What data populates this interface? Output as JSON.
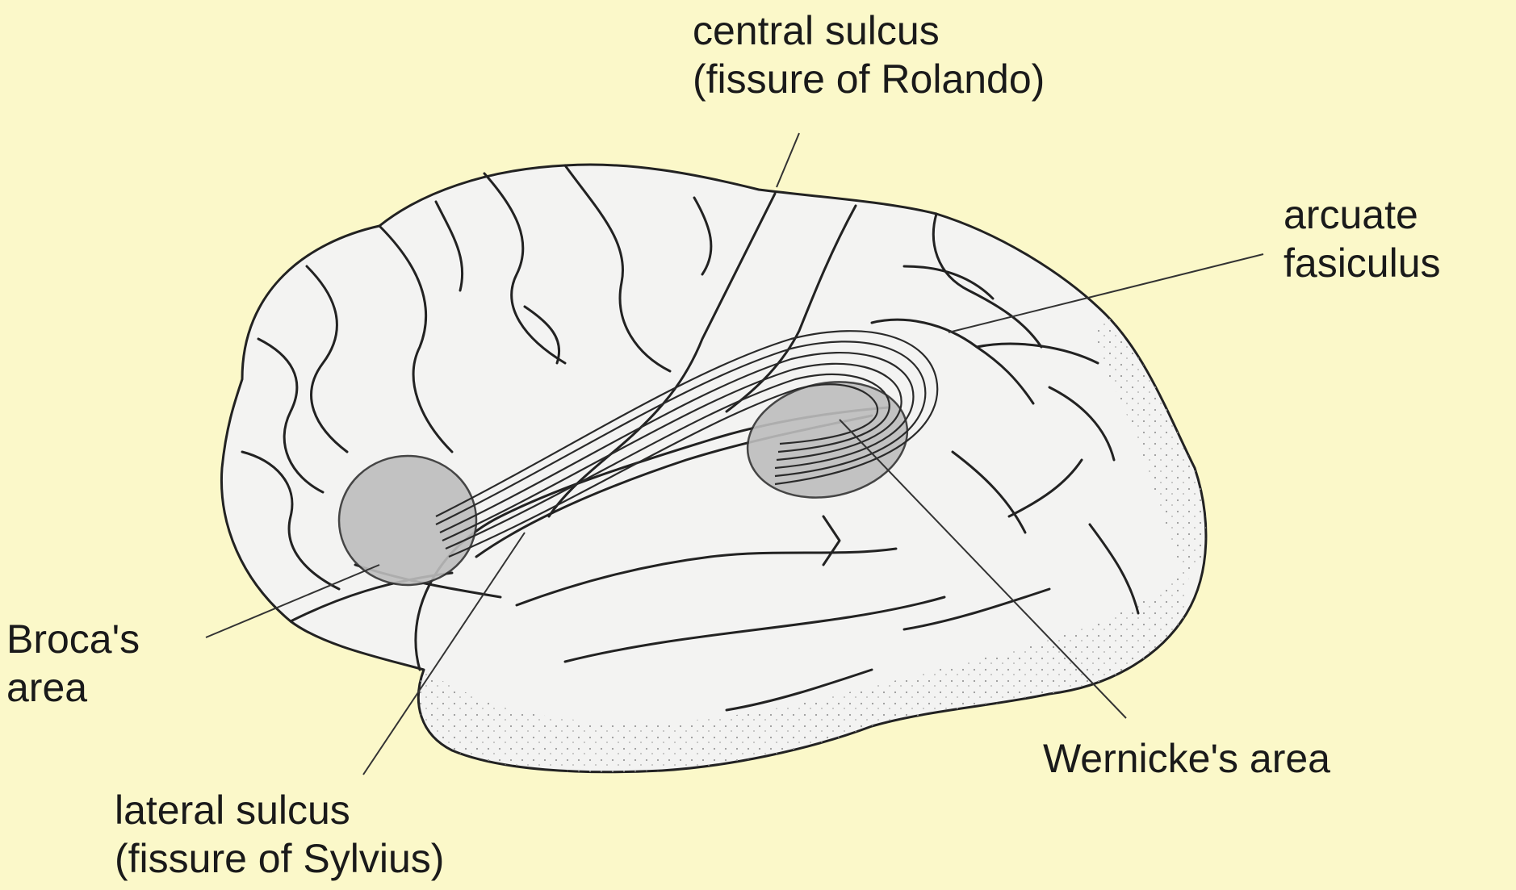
{
  "labels": {
    "central_sulcus": {
      "line1": "central sulcus",
      "line2": "(fissure of Rolando)"
    },
    "arcuate": {
      "line1": "arcuate",
      "line2": "fasiculus"
    },
    "broca": {
      "line1": "Broca's",
      "line2": "area"
    },
    "wernicke": {
      "line1": "Wernicke's area"
    },
    "lateral_sulcus": {
      "line1": "lateral sulcus",
      "line2": "(fissure of Sylvius)"
    }
  },
  "colors": {
    "background": "#fbf8c9",
    "brain": "#f3f3f2",
    "language_area": "#bdbdbd",
    "line": "#222222"
  }
}
